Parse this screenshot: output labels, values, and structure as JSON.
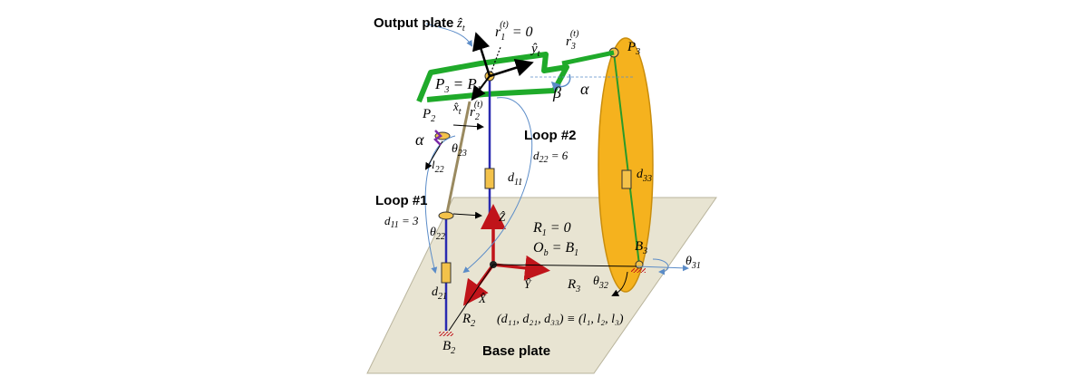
{
  "labels": {
    "output_plate": "Output plate",
    "base_plate": "Base plate",
    "loop1": "Loop #1",
    "loop1_eq": "d",
    "loop1_eq_sub": "11",
    "loop1_eq_val": " = 3",
    "loop2": "Loop #2",
    "loop2_eq": "d",
    "loop2_eq_sub": "22",
    "loop2_eq_val": " = 6",
    "r1t": "r",
    "r1t_sub": "1",
    "r1t_sup": "(t)",
    "r1t_val": " = 0",
    "r2t": "r",
    "r2t_sub": "2",
    "r2t_sup": "(t)",
    "r3t": "r",
    "r3t_sub": "3",
    "r3t_sup": "(t)",
    "z_t": "ẑ",
    "z_t_sub": "t",
    "y_t": "ŷ",
    "y_t_sub": "t",
    "x_t": "x̂",
    "x_t_sub": "t",
    "p3_eq_p1": "P",
    "p3_eq_p1_sub1": "3",
    "p3_eq_p1_mid": " = P",
    "p3_eq_p1_sub2": "1",
    "P2": "P",
    "P2_sub": "2",
    "P3": "P",
    "P3_sub": "3",
    "alpha_left": "α",
    "alpha_right": "α",
    "beta": "β",
    "theta23": "θ",
    "theta23_sub": "23",
    "l22": "l",
    "l22_sub": "22",
    "d11": "d",
    "d11_sub": "11",
    "d33": "d",
    "d33_sub": "33",
    "theta22": "θ",
    "theta22_sub": "22",
    "d21": "d",
    "d21_sub": "21",
    "B2": "B",
    "B2_sub": "2",
    "R2": "R",
    "R2_sub": "2",
    "X_hat": "X̂",
    "Y_hat": "Ŷ",
    "Z_hat": "Ẑ",
    "R1_eq": "R",
    "R1_eq_sub": "1",
    "R1_eq_val": " = 0",
    "Ob_eq": "O",
    "Ob_eq_sub": "b",
    "Ob_eq_mid": " = B",
    "Ob_eq_sub2": "1",
    "R3": "R",
    "R3_sub": "3",
    "theta32": "θ",
    "theta32_sub": "32",
    "B3": "B",
    "B3_sub": "3",
    "theta31": "θ",
    "theta31_sub": "31",
    "d_tuple": "(d₁₁, d₂₁, d₃₃) ≡ (l₁, l₂, l₃)"
  },
  "colors": {
    "output_plate": "#1faa2a",
    "leg_blue": "#2a2ab0",
    "base_plate": "#e8e4d2",
    "disk": "#f5b21e",
    "frame_red": "#c0141a",
    "arrow_blue": "#5b8cc8",
    "actuator": "#f3c24a",
    "twist": "#7a2aa8"
  }
}
